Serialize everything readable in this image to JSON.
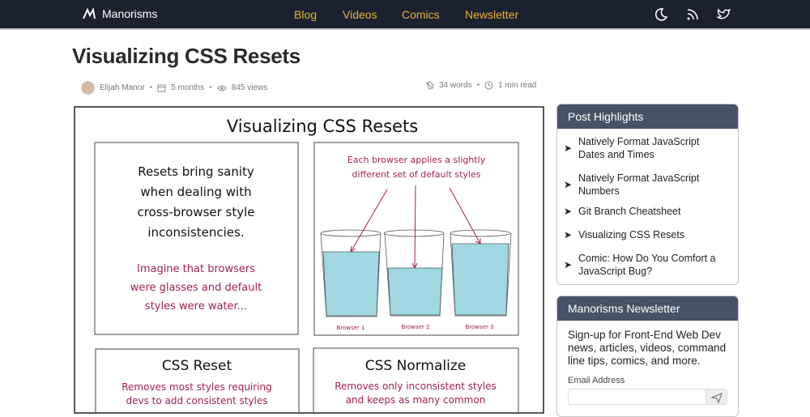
{
  "header": {
    "brand": "Manorisms",
    "nav": [
      "Blog",
      "Videos",
      "Comics",
      "Newsletter"
    ],
    "icons": [
      "moon-icon",
      "rss-icon",
      "twitter-icon"
    ]
  },
  "post": {
    "title": "Visualizing CSS Resets",
    "author": "Elijah Manor",
    "age": "5 months",
    "views": "845 views",
    "words": "34 words",
    "read": "1 min read"
  },
  "comic": {
    "title": "Visualizing CSS Resets",
    "panel1": {
      "lines": [
        "Resets bring sanity",
        "when dealing with",
        "cross-browser style",
        "inconsistencies."
      ],
      "red": [
        "Imagine that browsers",
        "were glasses and default",
        "styles were water..."
      ]
    },
    "panel2": {
      "lines": [
        "Each browser applies a slightly",
        "different set of default styles"
      ],
      "labels": [
        "Browser 1",
        "Browser 2",
        "Browser 3"
      ]
    },
    "panel3": {
      "title": "CSS Reset",
      "lines": [
        "Removes most styles requiring",
        "devs to add consistent styles"
      ]
    },
    "panel4": {
      "title": "CSS Normalize",
      "lines": [
        "Removes only inconsistent styles",
        "and keeps as many common"
      ]
    },
    "colors": {
      "red": "#a3224f",
      "water": "#9fd8e2"
    }
  },
  "highlights": {
    "title": "Post Highlights",
    "items": [
      [
        "Natively Format JavaScript",
        "Dates and Times"
      ],
      [
        "Natively Format JavaScript",
        "Numbers"
      ],
      [
        "Git Branch Cheatsheet"
      ],
      [
        "Visualizing CSS Resets"
      ],
      [
        "Comic: How Do You Comfort a",
        "JavaScript Bug?"
      ]
    ]
  },
  "newsletter": {
    "title": "Manorisms Newsletter",
    "lines": [
      "Sign-up for Front-End Web Dev",
      "news, articles, videos, command",
      "line tips, comics, and more."
    ],
    "email_label": "Email Address",
    "email_value": ""
  }
}
